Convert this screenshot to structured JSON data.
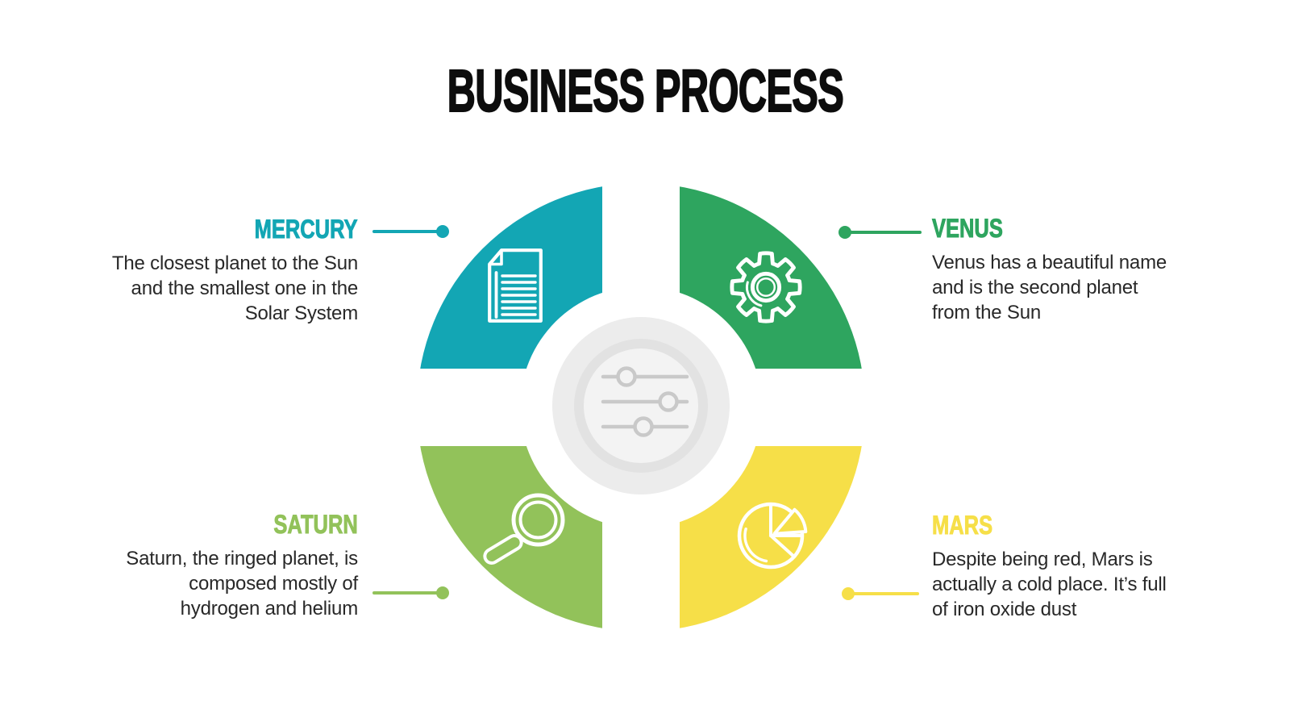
{
  "title": "BUSINESS PROCESS",
  "center": {
    "icon": "sliders-icon",
    "circle_colors": [
      "#ECECEC",
      "#E2E2E2",
      "#F3F3F3"
    ],
    "icon_color": "#C9C9C9"
  },
  "items": [
    {
      "id": "mercury",
      "label": "MERCURY",
      "description": [
        "The closest planet to the Sun",
        "and the smallest one in the",
        "Solar System"
      ],
      "color": "#13A6B4",
      "icon": "document-icon",
      "position": "top-left"
    },
    {
      "id": "venus",
      "label": "VENUS",
      "description": [
        "Venus has a beautiful name",
        "and is the second planet",
        "from the Sun"
      ],
      "color": "#2EA55F",
      "icon": "gear-icon",
      "position": "top-right"
    },
    {
      "id": "saturn",
      "label": "SATURN",
      "description": [
        "Saturn, the ringed planet, is",
        "composed mostly of",
        "hydrogen and helium"
      ],
      "color": "#92C25A",
      "icon": "magnifier-icon",
      "position": "bottom-left"
    },
    {
      "id": "mars",
      "label": "MARS",
      "description": [
        "Despite being red, Mars is",
        "actually a cold place. It’s full",
        "of iron oxide dust"
      ],
      "color": "#F6DF48",
      "icon": "pie-chart-icon",
      "position": "bottom-right"
    }
  ],
  "text_color": "#282828",
  "title_color": "#0d0d0d"
}
